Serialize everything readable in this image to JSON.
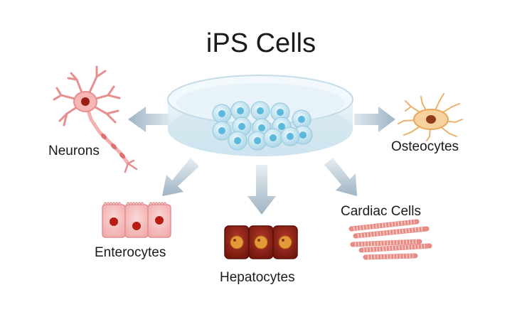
{
  "title": "iPS Cells",
  "cell_types": {
    "neurons": "Neurons",
    "osteocytes": "Osteocytes",
    "enterocytes": "Enterocytes",
    "hepatocytes": "Hepatocytes",
    "cardiac": "Cardiac Cells"
  },
  "colors": {
    "arrow": "#a9bcc9",
    "dish": "#cfe6f1",
    "stem_cell": "#5ab8da",
    "neuron": "#f0a0a0",
    "osteocyte": "#f3c68a",
    "enterocyte": "#f5b7b7",
    "hepatocyte": "#8e1f12",
    "cardiac": "#e98b84"
  }
}
